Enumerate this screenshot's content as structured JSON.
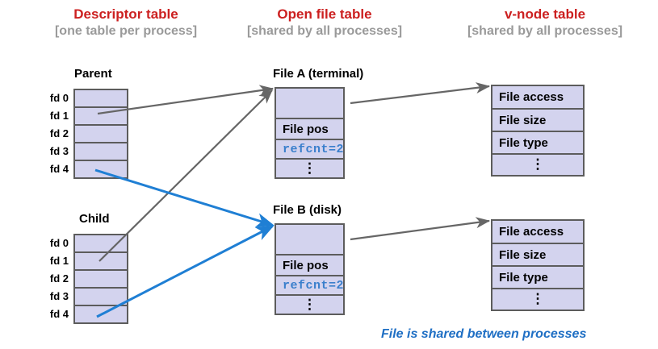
{
  "columns": [
    {
      "title": "Descriptor table",
      "subtitle": "[one table per process]"
    },
    {
      "title": "Open file table",
      "subtitle": "[shared by all processes]"
    },
    {
      "title": "v-node table",
      "subtitle": "[shared by all processes]"
    }
  ],
  "descriptor_tables": [
    {
      "caption": "Parent",
      "fd_labels": [
        "fd 0",
        "fd 1",
        "fd 2",
        "fd 3",
        "fd 4"
      ],
      "rows": [
        "",
        "",
        "",
        "",
        ""
      ]
    },
    {
      "caption": "Child",
      "fd_labels": [
        "fd 0",
        "fd 1",
        "fd 2",
        "fd 3",
        "fd 4"
      ],
      "rows": [
        "",
        "",
        "",
        "",
        ""
      ]
    }
  ],
  "open_file_tables": [
    {
      "caption": "File A (terminal)",
      "rows": [
        "",
        "File pos",
        "refcnt=2",
        "⋮"
      ]
    },
    {
      "caption": "File B (disk)",
      "rows": [
        "",
        "File pos",
        "refcnt=2",
        "⋮"
      ]
    }
  ],
  "vnode_tables": [
    {
      "rows": [
        "File access",
        "File size",
        "File type",
        "⋮"
      ]
    },
    {
      "rows": [
        "File access",
        "File size",
        "File type",
        "⋮"
      ]
    }
  ],
  "footnote": "File is shared between processes",
  "colors": {
    "heading_red": "#cc2020",
    "subheading_gray": "#9a9a9a",
    "cell_fill": "#d3d3ee",
    "cell_border": "#5c5c5c",
    "refcnt_blue": "#3a7fcc",
    "arrow_gray": "#666666",
    "arrow_blue": "#1f7fd4",
    "footnote_blue": "#1f6fc4"
  }
}
